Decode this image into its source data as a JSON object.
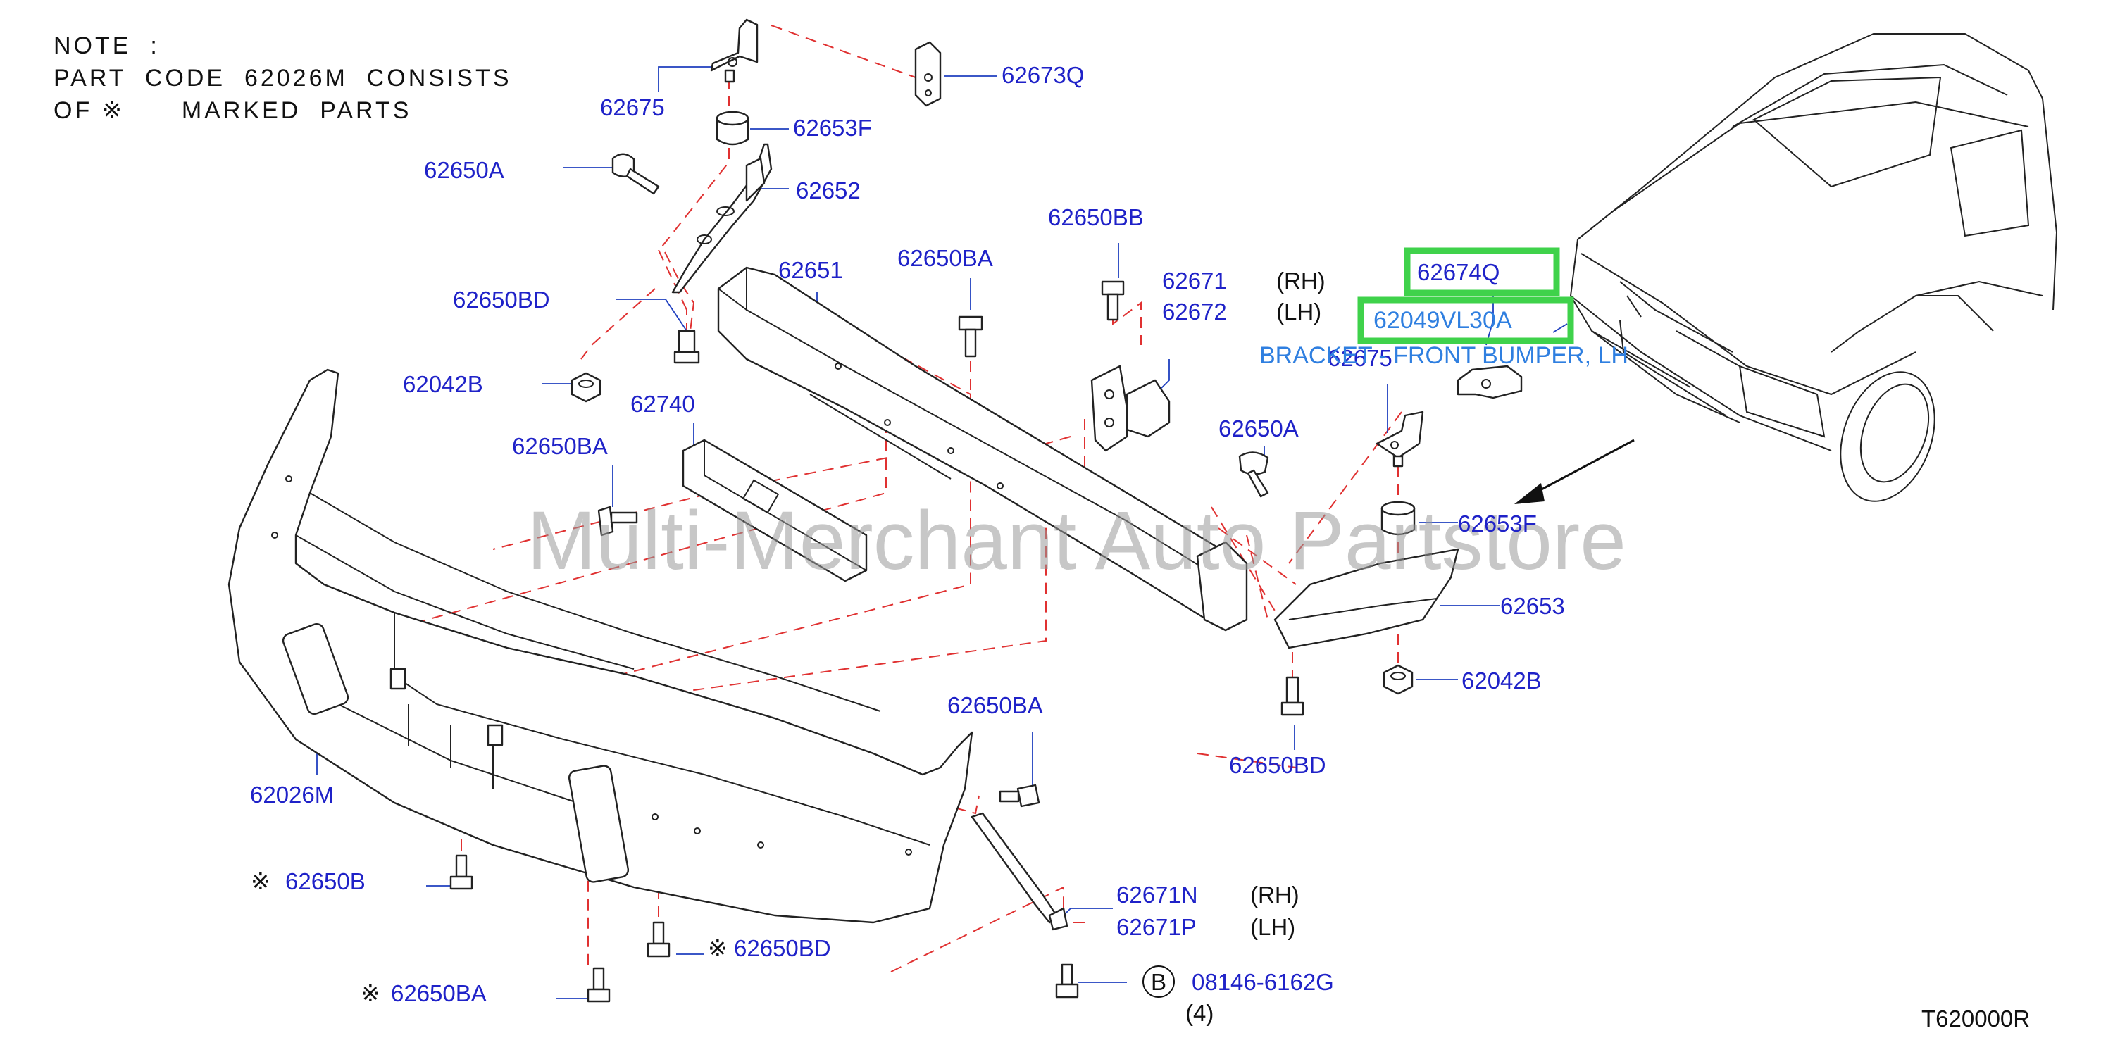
{
  "note": {
    "line1": "NOTE  :",
    "line2": "PART  CODE  62026M  CONSISTS",
    "line3_prefix": "OF",
    "line3_mark": "※",
    "line3_suffix": "MARKED  PARTS"
  },
  "watermark": "Multi-Merchant Auto Partstore",
  "diagram_code": "T620000R",
  "highlight": {
    "part_62674Q": "62674Q",
    "part_selected": "62049VL30A",
    "selected_description": "BRACKET - FRONT BUMPER, LH",
    "color": "#3fd24b"
  },
  "mark_symbol": "※",
  "callout_b": "B",
  "labels": {
    "p62675_top": "62675",
    "p62673Q": "62673Q",
    "p62653F_top": "62653F",
    "p62650A_left": "62650A",
    "p62652": "62652",
    "p62650BB": "62650BB",
    "p62650BA_top": "62650BA",
    "p62651": "62651",
    "p62671": "62671",
    "rh_1": "(RH)",
    "p62672": "62672",
    "lh_1": "(LH)",
    "p62650BD_left": "62650BD",
    "p62042B_left": "62042B",
    "p62740": "62740",
    "p62650BA_left": "62650BA",
    "p62675_right": "62675",
    "p62650A_right": "62650A",
    "p62653F_right": "62653F",
    "p62653": "62653",
    "p62042B_right": "62042B",
    "p62650BD_right": "62650BD",
    "p62026M": "62026M",
    "p62650BA_mid": "62650BA",
    "p62650B": "62650B",
    "p62650BD_bottom": "62650BD",
    "p62650BA_bottom": "62650BA",
    "p62671N": "62671N",
    "rh_2": "(RH)",
    "p62671P": "62671P",
    "lh_2": "(LH)",
    "p08146": "08146-6162G",
    "qty_4": "(4)"
  }
}
